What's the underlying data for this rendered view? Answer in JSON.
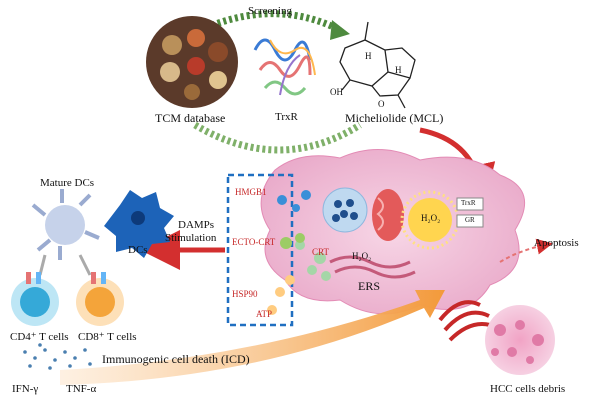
{
  "top": {
    "screening": "Screening",
    "tcm_database": "TCM database",
    "trxr": "TrxR",
    "micheliolide": "Micheliolide (MCL)",
    "oh": "OH",
    "h1": "H",
    "h2": "H",
    "o": "O"
  },
  "immune": {
    "mature_dcs": "Mature DCs",
    "dcs": "DCs",
    "damps": "DAMPs",
    "stimulation": "Stimulation",
    "cd4": "CD4⁺ T cells",
    "cd8": "CD8⁺ T cells",
    "icd": "Immunogenic cell death (ICD)",
    "ifn": "IFN-γ",
    "tnf": "TNF-α"
  },
  "damps_box": {
    "hmgb1": "HMGB1",
    "ecto_crt": "ECTO-CRT",
    "hsp90": "HSP90",
    "atp": "ATP"
  },
  "cell": {
    "h2o2_a": "H₂O₂",
    "h2o2_b": "H₂O₂",
    "crt": "CRT",
    "ers": "ERS",
    "trxr_small": "TrxR",
    "gr_small": "GR",
    "apoptosis": "Apoptosis",
    "hcc_debris": "HCC cells debris"
  },
  "colors": {
    "cell_pink": "#f3c9de",
    "arrow_red": "#d32f2f",
    "arrow_green": "#4e8a3e",
    "dashed_blue": "#1f6fc1",
    "cd4_blue": "#35a9d8",
    "cd8_orange": "#f4a43a",
    "dc_blue": "#1d63b8",
    "icd_orange": "#f6b26b"
  }
}
